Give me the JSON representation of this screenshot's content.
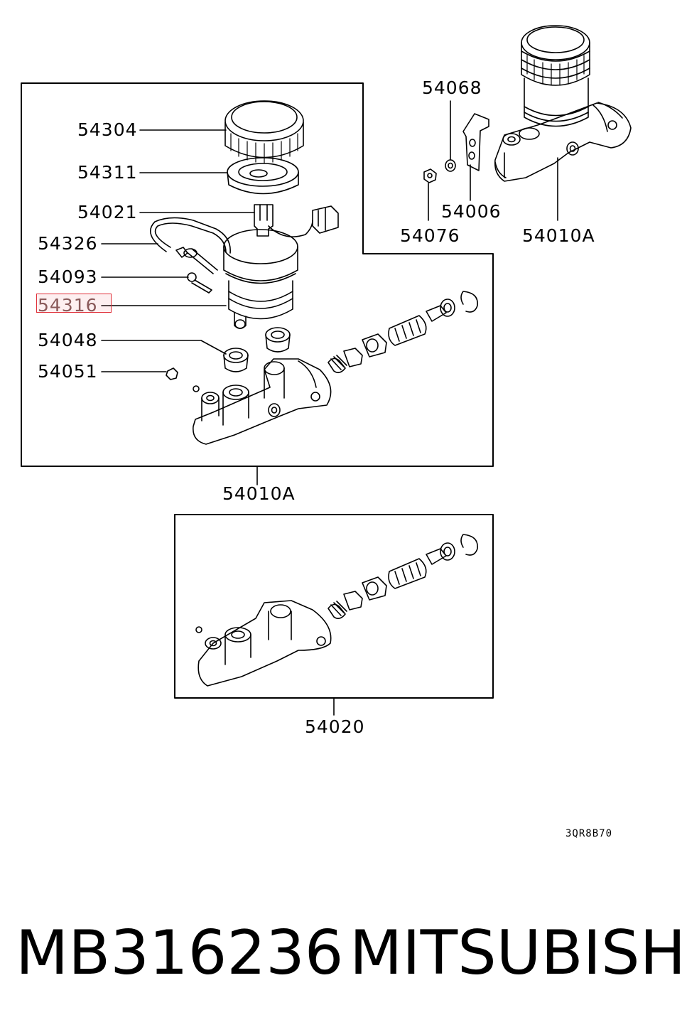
{
  "diagram": {
    "callouts": {
      "p54304": "54304",
      "p54311": "54311",
      "p54021": "54021",
      "p54326": "54326",
      "p54093": "54093",
      "p54316": "54316",
      "p54048": "54048",
      "p54051": "54051",
      "p54068": "54068",
      "p54006": "54006",
      "p54076": "54076",
      "p54010a_right": "54010A",
      "p54010a_main": "54010A",
      "p54020": "54020"
    },
    "highlighted_part": "54316",
    "highlight_color": "#e0303a",
    "drawing_code": "3QR8B70"
  },
  "caption": {
    "part_number": "MB316236",
    "brand": "MITSUBISHI"
  }
}
